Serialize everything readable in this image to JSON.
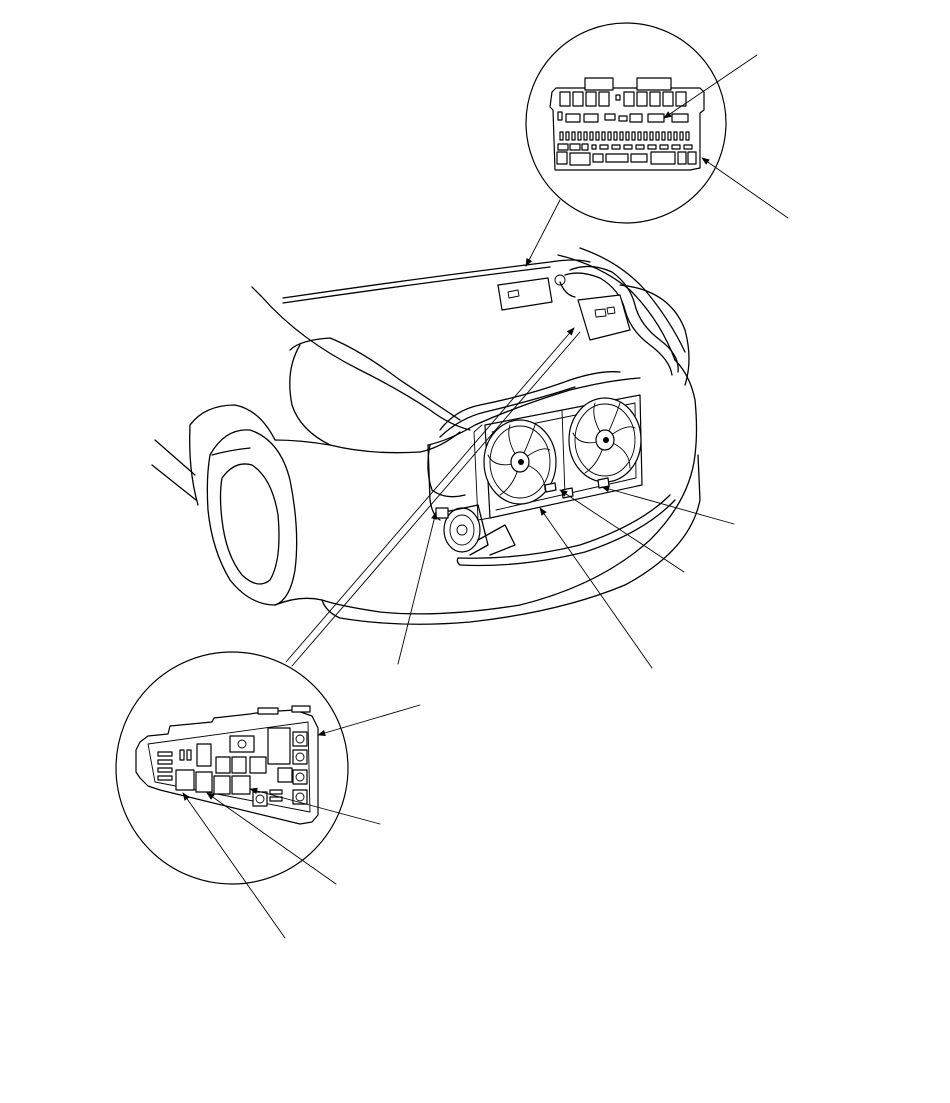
{
  "figure": {
    "background_color": "#ffffff",
    "line_color": "#000000",
    "views": [
      "vehicle-front-engine-bay",
      "under-dash-fuse-relay-box-detail",
      "under-hood-fuse-relay-box-detail"
    ],
    "callout_labels": []
  }
}
